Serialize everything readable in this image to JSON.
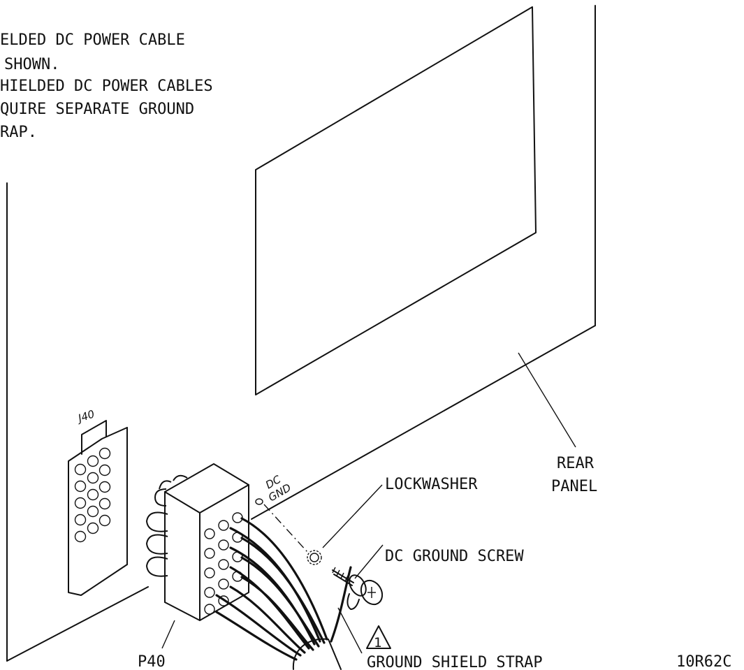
{
  "notes": {
    "line1": "ELDED DC POWER CABLE",
    "line2": "SHOWN.",
    "line3": "HIELDED DC POWER CABLES",
    "line4": "QUIRE SEPARATE GROUND",
    "line5": "RAP."
  },
  "labels": {
    "j40": "J40",
    "dc": "DC",
    "gnd": "GND",
    "lockwasher": "LOCKWASHER",
    "dc_ground_screw": "DC GROUND SCREW",
    "rear_panel_1": "REAR",
    "rear_panel_2": "PANEL",
    "p40": "P40",
    "ground_shield_strap": "GROUND SHIELD STRAP",
    "callout_number": "1",
    "drawing_number": "10R62C"
  }
}
